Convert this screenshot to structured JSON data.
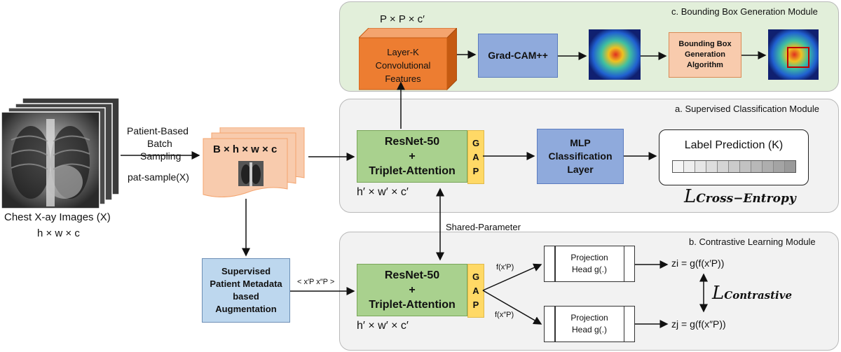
{
  "panels": {
    "bbox_title": "c. Bounding Box Generation Module",
    "classification_title": "a. Supervised Classification Module",
    "contrastive_title": "b. Contrastive Learning Module"
  },
  "input": {
    "caption_line1": "Chest X-ay Images (X)",
    "caption_line2": "h × w × c",
    "sampling_line1": "Patient-Based",
    "sampling_line2": "Batch",
    "sampling_line3": "Sampling",
    "sampling_fn": "pat-sample(X)",
    "batch_label": "B × h × w × c"
  },
  "bbox_module": {
    "feature_dim": "P × P × c′",
    "conv_line1": "Layer-K",
    "conv_line2": "Convolutional",
    "conv_line3": "Features",
    "gradcam": "Grad-CAM++",
    "algo_line1": "Bounding Box",
    "algo_line2": "Generation",
    "algo_line3": "Algorithm"
  },
  "classification": {
    "backbone_line1": "ResNet-50",
    "backbone_line2": "+",
    "backbone_line3": "Triplet-Attention",
    "gap": [
      "G",
      "A",
      "P"
    ],
    "dim": "h′ × w′ × c′",
    "mlp_line1": "MLP",
    "mlp_line2": "Classification",
    "mlp_line3": "Layer",
    "prediction": "Label Prediction (K)",
    "loss_main": "L",
    "loss_sub": "Cross−Entropy"
  },
  "shared": "Shared-Parameter",
  "contrastive": {
    "aug_line1": "Supervised",
    "aug_line2": "Patient Metadata",
    "aug_line3": "based",
    "aug_line4": "Augmentation",
    "pair_label": "< x′P x″P >",
    "backbone_line1": "ResNet-50",
    "backbone_line2": "+",
    "backbone_line3": "Triplet-Attention",
    "gap": [
      "G",
      "A",
      "P"
    ],
    "dim": "h′ × w′ × c′",
    "f1": "f(x′P)",
    "f2": "f(x″P)",
    "proj1_line1": "Projection",
    "proj1_line2": "Head g(.)",
    "proj2_line1": "Projection",
    "proj2_line2": "Head g(.)",
    "zi": "zi = g(f(x′P))",
    "zj": "zj = g(f(x″P))",
    "loss_main": "L",
    "loss_sub": "Contrastive"
  },
  "colors": {
    "green": "#a9d18e",
    "blue": "#8faadc",
    "light_blue": "#bdd7ee",
    "orange": "#ed7d31",
    "peach": "#f8cbad",
    "gap_yellow": "#ffd966",
    "panel_green": "#e2efda",
    "panel_gray": "#f2f2f2"
  }
}
